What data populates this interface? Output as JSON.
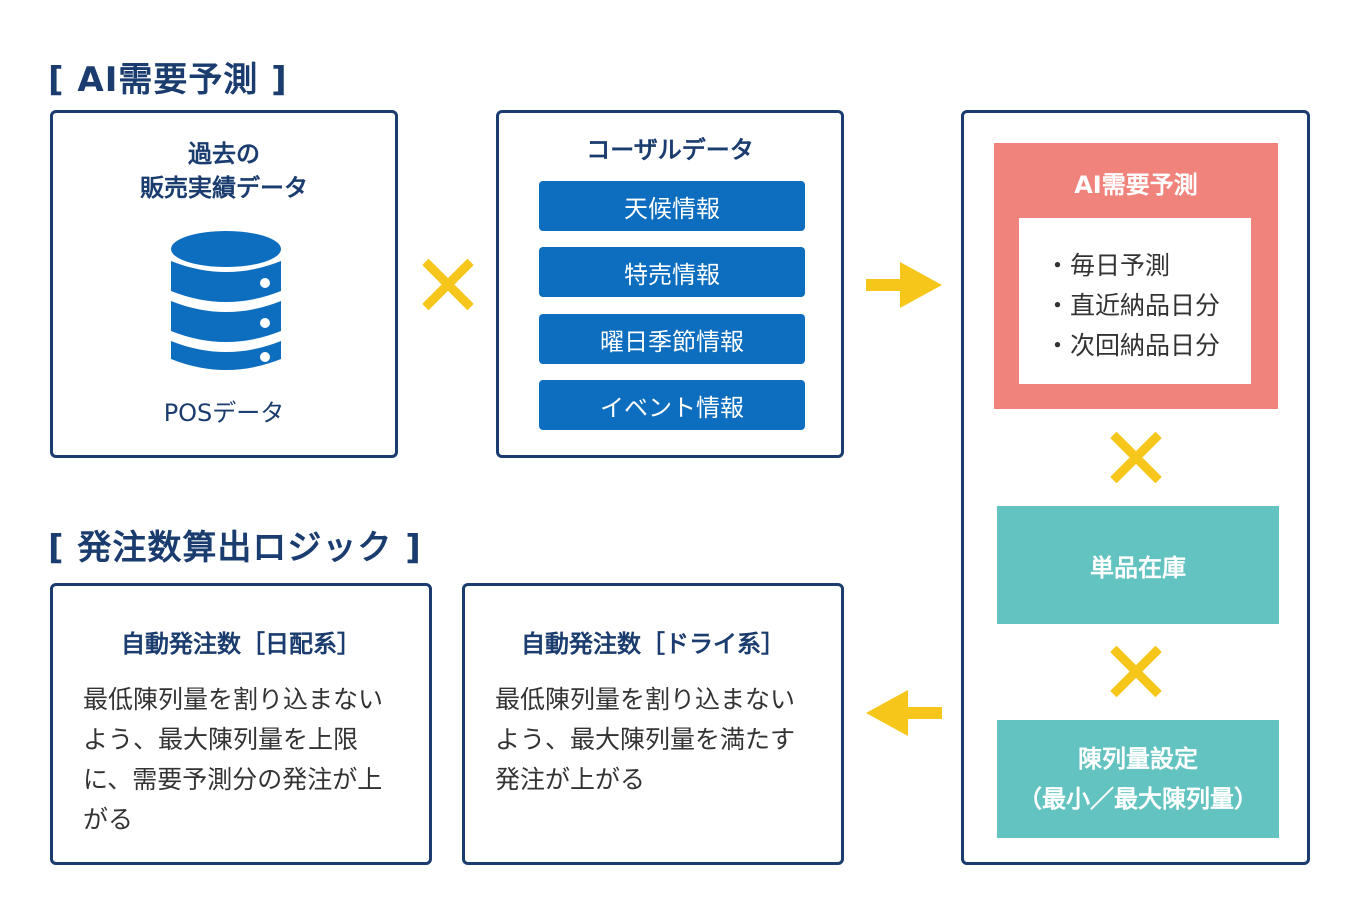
{
  "sections": {
    "ai_title": "[ AI需要予測 ]",
    "logic_title": "[ 発注数算出ロジック ]"
  },
  "pos_panel": {
    "title_line1": "過去の",
    "title_line2": "販売実績データ",
    "icon": "database-icon",
    "caption": "POSデータ"
  },
  "user_data_panel": {
    "title": "コーザルデータ",
    "items": [
      "天候情報",
      "特売情報",
      "曜日季節情報",
      "イベント情報"
    ]
  },
  "ai_panel": {
    "title": "AI需要予測",
    "bullets": [
      "・毎日予測",
      "・直近納品日分",
      "・次回納品日分"
    ],
    "stock_label": "単品在庫",
    "display_line1": "陳列量設定",
    "display_line2": "（最小／最大陳列量）"
  },
  "logic_daily": {
    "title": "自動発注数［日配系］",
    "body_lines": [
      "最低陳列量を割り込まない",
      "よう、最大陳列量を上限",
      "に、需要予測分の発注が上",
      "がる"
    ]
  },
  "logic_dry": {
    "title": "自動発注数［ドライ系］",
    "body_lines": [
      "最低陳列量を割り込まない",
      "よう、最大陳列量を満たす",
      "発注が上がる"
    ]
  },
  "colors": {
    "navy": "#1a3c6e",
    "blue": "#0d6ebf",
    "salmon": "#f0837c",
    "teal": "#63c3c0",
    "yellow": "#f7c61b"
  }
}
